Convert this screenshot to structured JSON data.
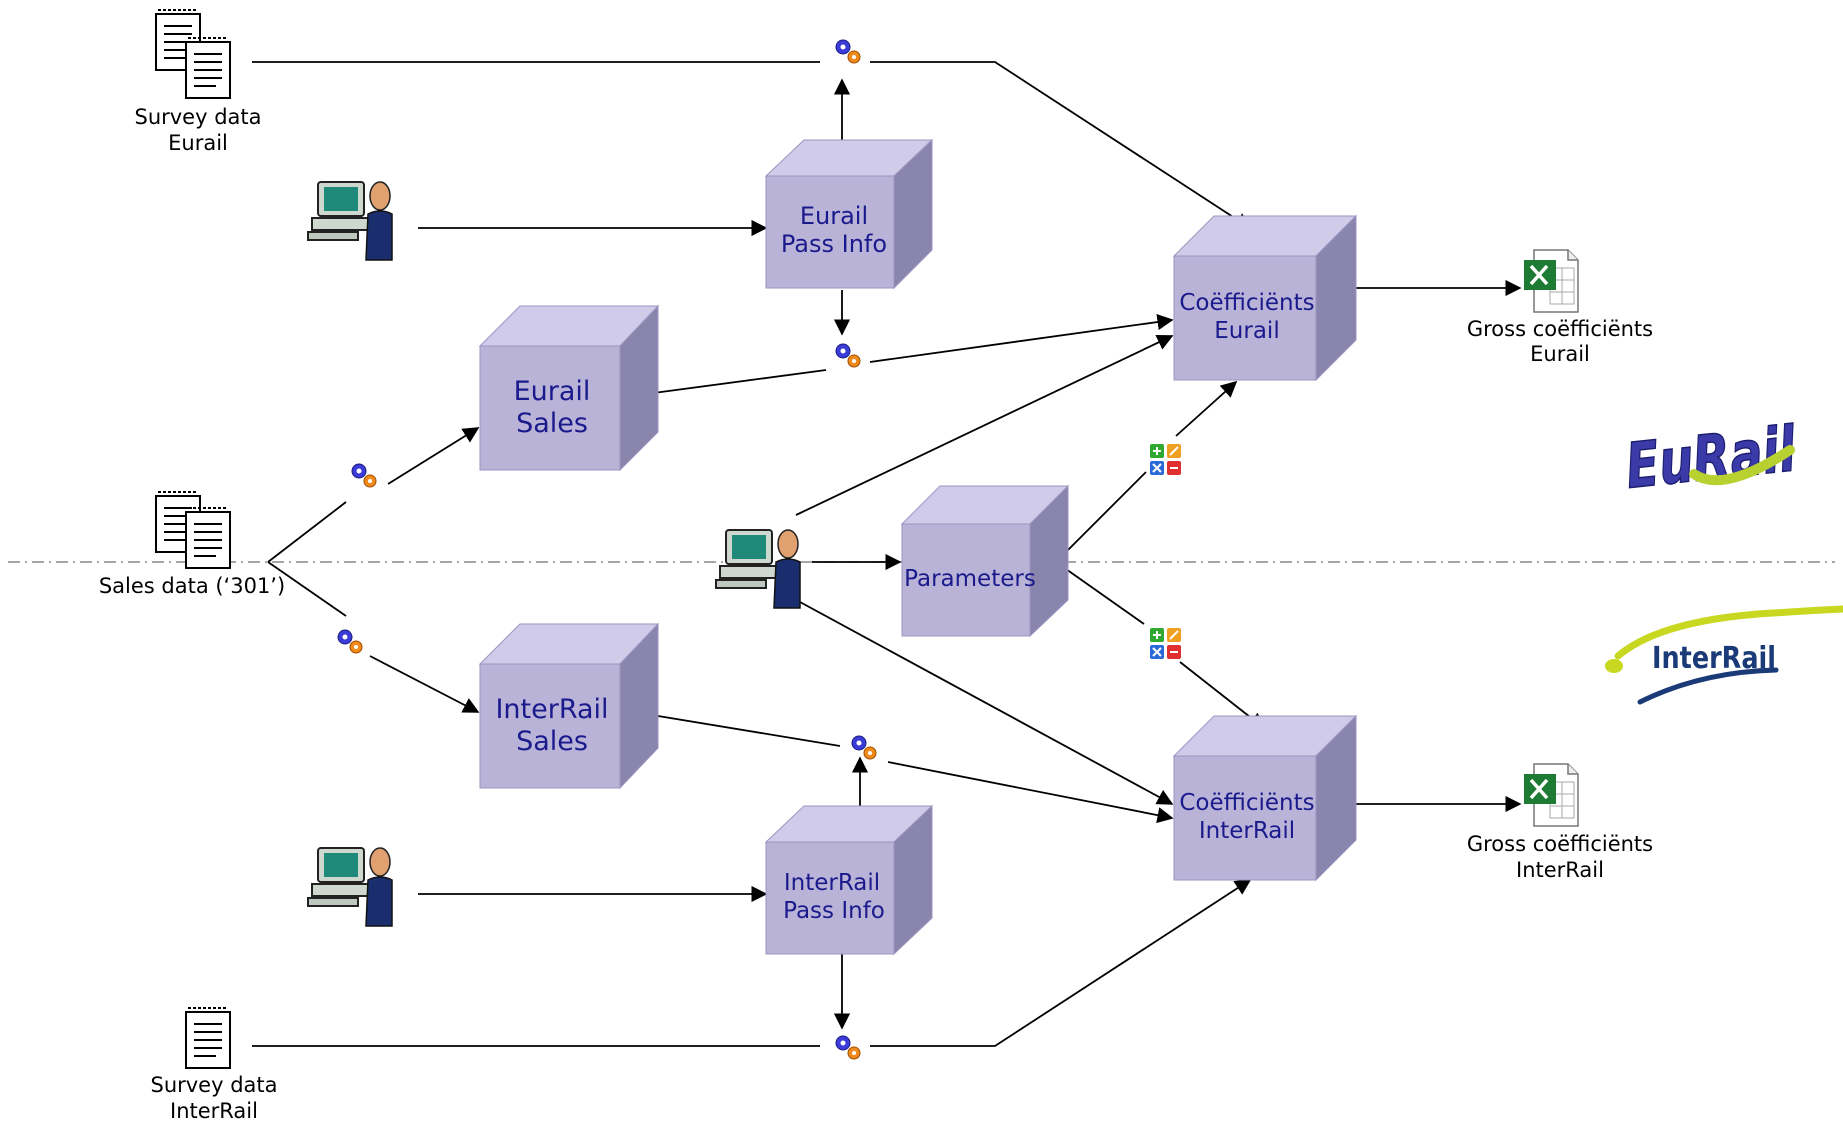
{
  "colors": {
    "cube_front": "#b9b3d8",
    "cube_top": "#d0cbe8",
    "cube_side": "#8a85ac",
    "cube_text": "#1a1a8c",
    "line": "#000000",
    "divider": "#888888"
  },
  "cubes": {
    "eurail_pass_info": {
      "line1": "Eurail",
      "line2": "Pass Info"
    },
    "eurail_sales": {
      "line1": "Eurail",
      "line2": "Sales"
    },
    "coef_eurail": {
      "line1": "Coëfficiënts",
      "line2": "Eurail"
    },
    "parameters": {
      "line1": "Parameters"
    },
    "interrail_sales": {
      "line1": "InterRail",
      "line2": "Sales"
    },
    "coef_interrail": {
      "line1": "Coëfficiënts",
      "line2": "InterRail"
    },
    "interrail_pass_info": {
      "line1": "InterRail",
      "line2": "Pass Info"
    }
  },
  "labels": {
    "survey_eurail": {
      "line1": "Survey data",
      "line2": "Eurail"
    },
    "sales_data": {
      "line1": "Sales data (‘301’)"
    },
    "survey_interrail": {
      "line1": "Survey data",
      "line2": "InterRail"
    },
    "gross_eurail": {
      "line1": "Gross coëfficiënts",
      "line2": "Eurail"
    },
    "gross_interrail": {
      "line1": "Gross coëfficiënts",
      "line2": "InterRail"
    }
  },
  "logos": {
    "eurail": "EuRail",
    "interrail": "InterRail"
  },
  "icons": {
    "document": "document-stack-icon",
    "user_computer": "user-computer-icon",
    "gears": "gears-icon",
    "calculator": "calculator-icon",
    "spreadsheet": "excel-file-icon"
  }
}
